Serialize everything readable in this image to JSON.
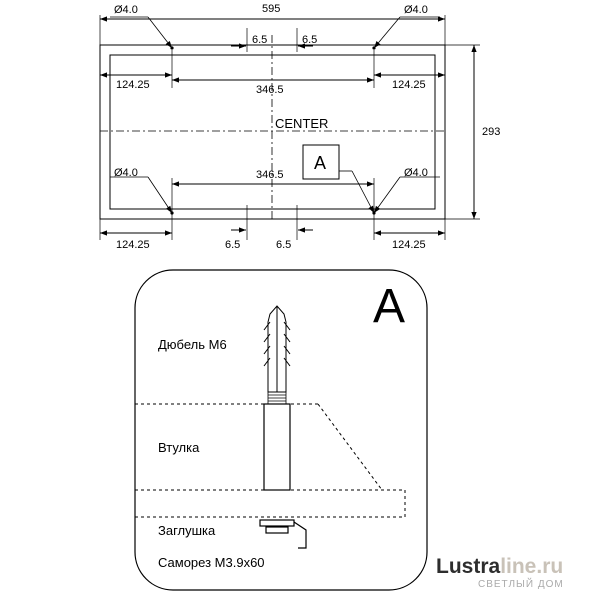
{
  "top_drawing": {
    "overall_width": "595",
    "overall_height": "293",
    "hole_top_left": "Ø4.0",
    "hole_top_right": "Ø4.0",
    "hole_bottom_left": "Ø4.0",
    "hole_bottom_right": "Ø4.0",
    "offset_top_left": "6.5",
    "offset_top_right": "6.5",
    "side_top_left": "124.25",
    "side_top_right": "124.25",
    "span_top": "346.5",
    "center_label": "CENTER",
    "detail_callout": "A",
    "span_bottom": "346.5",
    "side_bottom_left": "124.25",
    "offset_bottom_left": "6.5",
    "offset_bottom_right": "6.5",
    "side_bottom_right": "124.25"
  },
  "detail": {
    "letter": "A",
    "dowel_label": "Дюбель  М6",
    "sleeve_label": "Втулка",
    "plug_label": "Заглушка",
    "screw_label": "Саморез  М3.9х60"
  },
  "watermark": {
    "brand_main": "Lustra",
    "brand_accent": "line.ru",
    "tagline": "СВЕТЛЫЙ ДОМ"
  }
}
